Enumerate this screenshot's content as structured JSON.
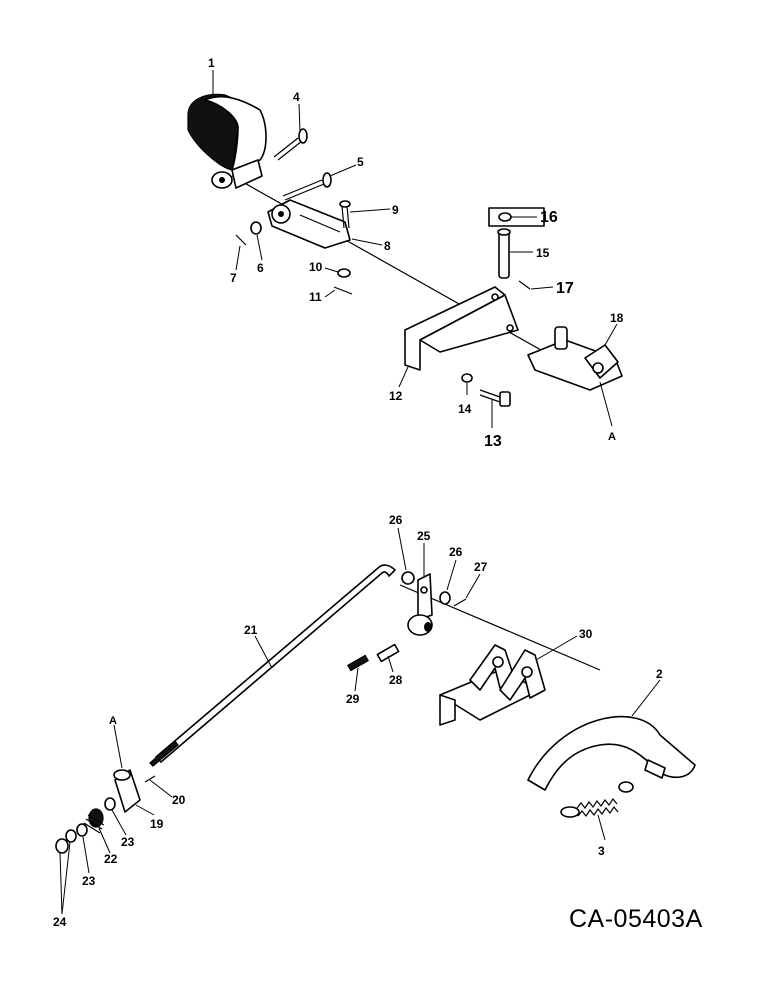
{
  "drawing_code": "CA-05403A",
  "callouts": {
    "c1": "1",
    "c2": "2",
    "c3": "3",
    "c4": "4",
    "c5": "5",
    "c6": "6",
    "c7": "7",
    "c8": "8",
    "c9": "9",
    "c10": "10",
    "c11": "11",
    "c12": "12",
    "c13": "13",
    "c14": "14",
    "c15": "15",
    "c16": "16",
    "c17": "17",
    "c18": "18",
    "c19": "19",
    "c20": "20",
    "c21": "21",
    "c22": "22",
    "c23a": "23",
    "c23b": "23",
    "c24": "24",
    "c25": "25",
    "c26a": "26",
    "c26b": "26",
    "c27": "27",
    "c28": "28",
    "c29": "29",
    "c30": "30"
  },
  "refs": {
    "upper": "A",
    "lower": "A"
  }
}
